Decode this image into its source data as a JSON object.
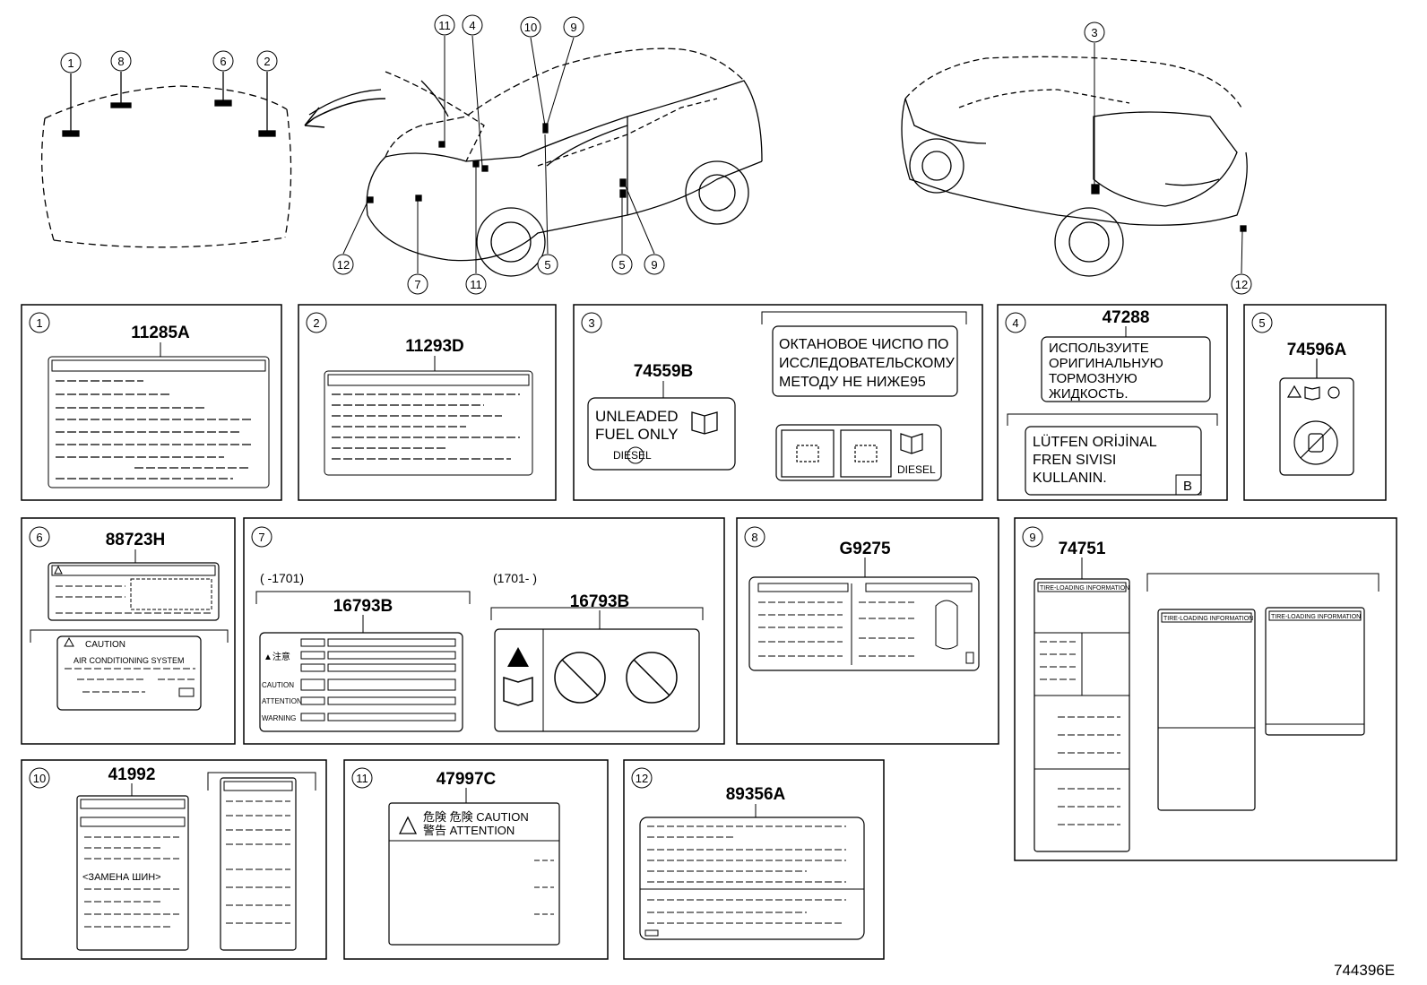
{
  "callouts": [
    "1",
    "2",
    "3",
    "4",
    "5",
    "6",
    "7",
    "8",
    "9",
    "10",
    "11",
    "12"
  ],
  "panels": {
    "p1": {
      "num": "1",
      "part": "11285A"
    },
    "p2": {
      "num": "2",
      "part": "11293D"
    },
    "p3": {
      "num": "3",
      "part": "74559B",
      "fuel_l1": "UNLEADED",
      "fuel_l2": "FUEL ONLY",
      "fuel_l3": "DIESEL",
      "ru_l1": "ОКТАНОВОЕ ЧИСПО ПО",
      "ru_l2": "ИССЛЕДОВАТЕЛЬСКОМУ",
      "ru_l3": "МЕТОДУ НЕ НИЖЕ95",
      "diesel": "DIESEL"
    },
    "p4": {
      "num": "4",
      "part": "47288",
      "ru_l1": "ИСПОЛЬЗУИТЕ",
      "ru_l2": "ОРИГИНАЛЬНУЮ",
      "ru_l3": "ТОРМОЗНУЮ",
      "ru_l4": "ЖИДКОСТЬ.",
      "tr_l1": "LÜTFEN  ORİJİNAL",
      "tr_l2": "FREN  SIVISI",
      "tr_l3": "KULLANIN.",
      "badge": "B"
    },
    "p5": {
      "num": "5",
      "part": "74596A"
    },
    "p6": {
      "num": "6",
      "part": "88723H",
      "caution": "CAUTION",
      "ac_system": "AIR CONDITIONING SYSTEM"
    },
    "p7": {
      "num": "7",
      "range_a": "(      -1701)",
      "range_b": "(1701-      )",
      "part_a": "16793B",
      "part_b": "16793B",
      "chuui": "▲注意",
      "caution": "CAUTION",
      "attention": "ATTENTION",
      "warning": "WARNING"
    },
    "p8": {
      "num": "8",
      "part": "G9275"
    },
    "p9": {
      "num": "9",
      "part": "74751",
      "tire": "TIRE-LOADING INFORMATION"
    },
    "p10": {
      "num": "10",
      "part": "41992",
      "ru": "<ЗАМЕНА ШИН>"
    },
    "p11": {
      "num": "11",
      "part": "47997C",
      "l1": "危険  危険  CAUTION",
      "l2": "警告      ATTENTION"
    },
    "p12": {
      "num": "12",
      "part": "89356A"
    }
  },
  "diagram_id": "744396E"
}
